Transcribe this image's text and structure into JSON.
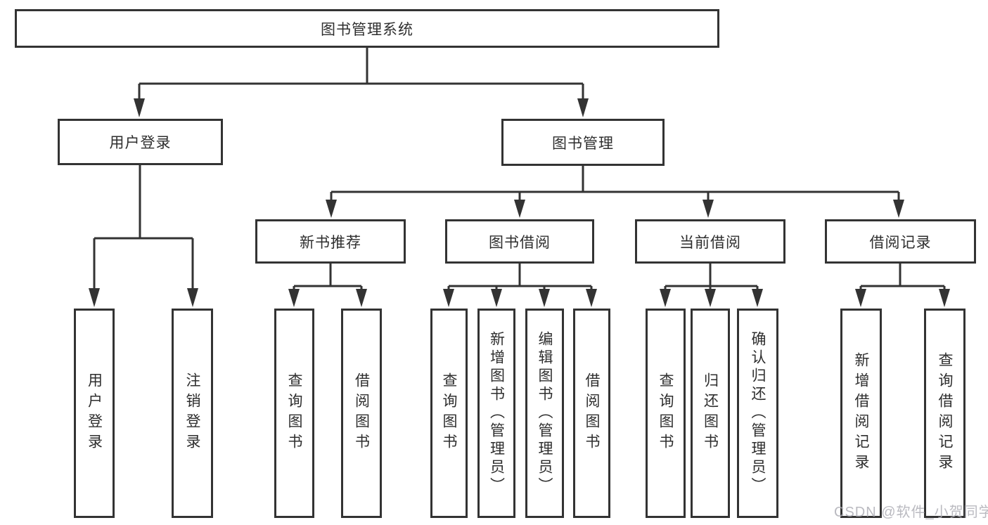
{
  "diagram": {
    "title_node": "图书管理系统",
    "root": {
      "label": "图书管理系统"
    },
    "branches": [
      {
        "label": "用户登录",
        "children": [
          {
            "label": "用户登录"
          },
          {
            "label": "注销登录"
          }
        ]
      },
      {
        "label": "图书管理",
        "children": [
          {
            "label": "新书推荐",
            "children": [
              {
                "label": "查询图书"
              },
              {
                "label": "借阅图书"
              }
            ]
          },
          {
            "label": "图书借阅",
            "children": [
              {
                "label": "查询图书"
              },
              {
                "label": "新增图书（管理员）"
              },
              {
                "label": "编辑图书（管理员）"
              },
              {
                "label": "借阅图书"
              }
            ]
          },
          {
            "label": "当前借阅",
            "children": [
              {
                "label": "查询图书"
              },
              {
                "label": "归还图书"
              },
              {
                "label": "确认归还（管理员）"
              }
            ]
          },
          {
            "label": "借阅记录",
            "children": [
              {
                "label": "新增借阅记录"
              },
              {
                "label": "查询借阅记录"
              }
            ]
          }
        ]
      }
    ]
  },
  "watermark": {
    "text": "CSDN @软件_小贺同学",
    "color": "#aeaeb6"
  },
  "colors": {
    "line": "#333333",
    "box_border": "#333333",
    "box_background": "#ffffff",
    "text": "#2e2e2e",
    "page_background": "#ffffff"
  }
}
